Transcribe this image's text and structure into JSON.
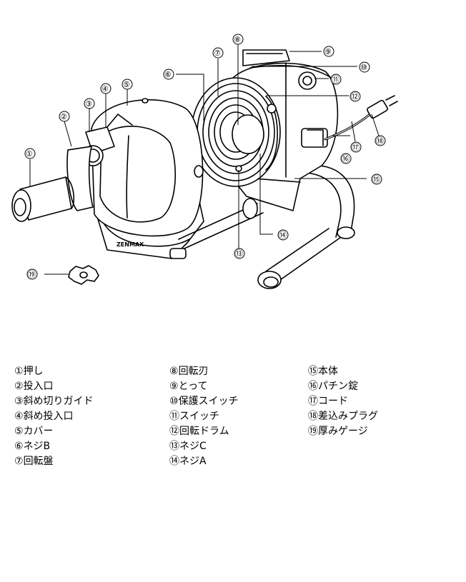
{
  "diagram": {
    "brand_mark": "ZENMAX",
    "callouts": [
      {
        "num": "①"
      },
      {
        "num": "②"
      },
      {
        "num": "③"
      },
      {
        "num": "④"
      },
      {
        "num": "⑤"
      },
      {
        "num": "⑥"
      },
      {
        "num": "⑦"
      },
      {
        "num": "⑧"
      },
      {
        "num": "⑨"
      },
      {
        "num": "⑩"
      },
      {
        "num": "⑪"
      },
      {
        "num": "⑫"
      },
      {
        "num": "⑬"
      },
      {
        "num": "⑭"
      },
      {
        "num": "⑮"
      },
      {
        "num": "⑯"
      },
      {
        "num": "⑰"
      },
      {
        "num": "⑱"
      },
      {
        "num": "⑲"
      }
    ]
  },
  "legend": {
    "col1": [
      {
        "num": "①",
        "label": "押し"
      },
      {
        "num": "②",
        "label": "投入口"
      },
      {
        "num": "③",
        "label": "斜め切りガイド"
      },
      {
        "num": "④",
        "label": "斜め投入口"
      },
      {
        "num": "⑤",
        "label": "カバー"
      },
      {
        "num": "⑥",
        "label": "ネジB"
      },
      {
        "num": "⑦",
        "label": "回転盤"
      }
    ],
    "col2": [
      {
        "num": "⑧",
        "label": "回転刃"
      },
      {
        "num": "⑨",
        "label": "とって"
      },
      {
        "num": "⑩",
        "label": "保護スイッチ"
      },
      {
        "num": "⑪",
        "label": "スイッチ"
      },
      {
        "num": "⑫",
        "label": "回転ドラム"
      },
      {
        "num": "⑬",
        "label": "ネジC"
      },
      {
        "num": "⑭",
        "label": "ネジA"
      }
    ],
    "col3": [
      {
        "num": "⑮",
        "label": "本体"
      },
      {
        "num": "⑯",
        "label": "パチン錠"
      },
      {
        "num": "⑰",
        "label": "コード"
      },
      {
        "num": "⑱",
        "label": "差込みプラグ"
      },
      {
        "num": "⑲",
        "label": "厚みゲージ"
      }
    ]
  }
}
